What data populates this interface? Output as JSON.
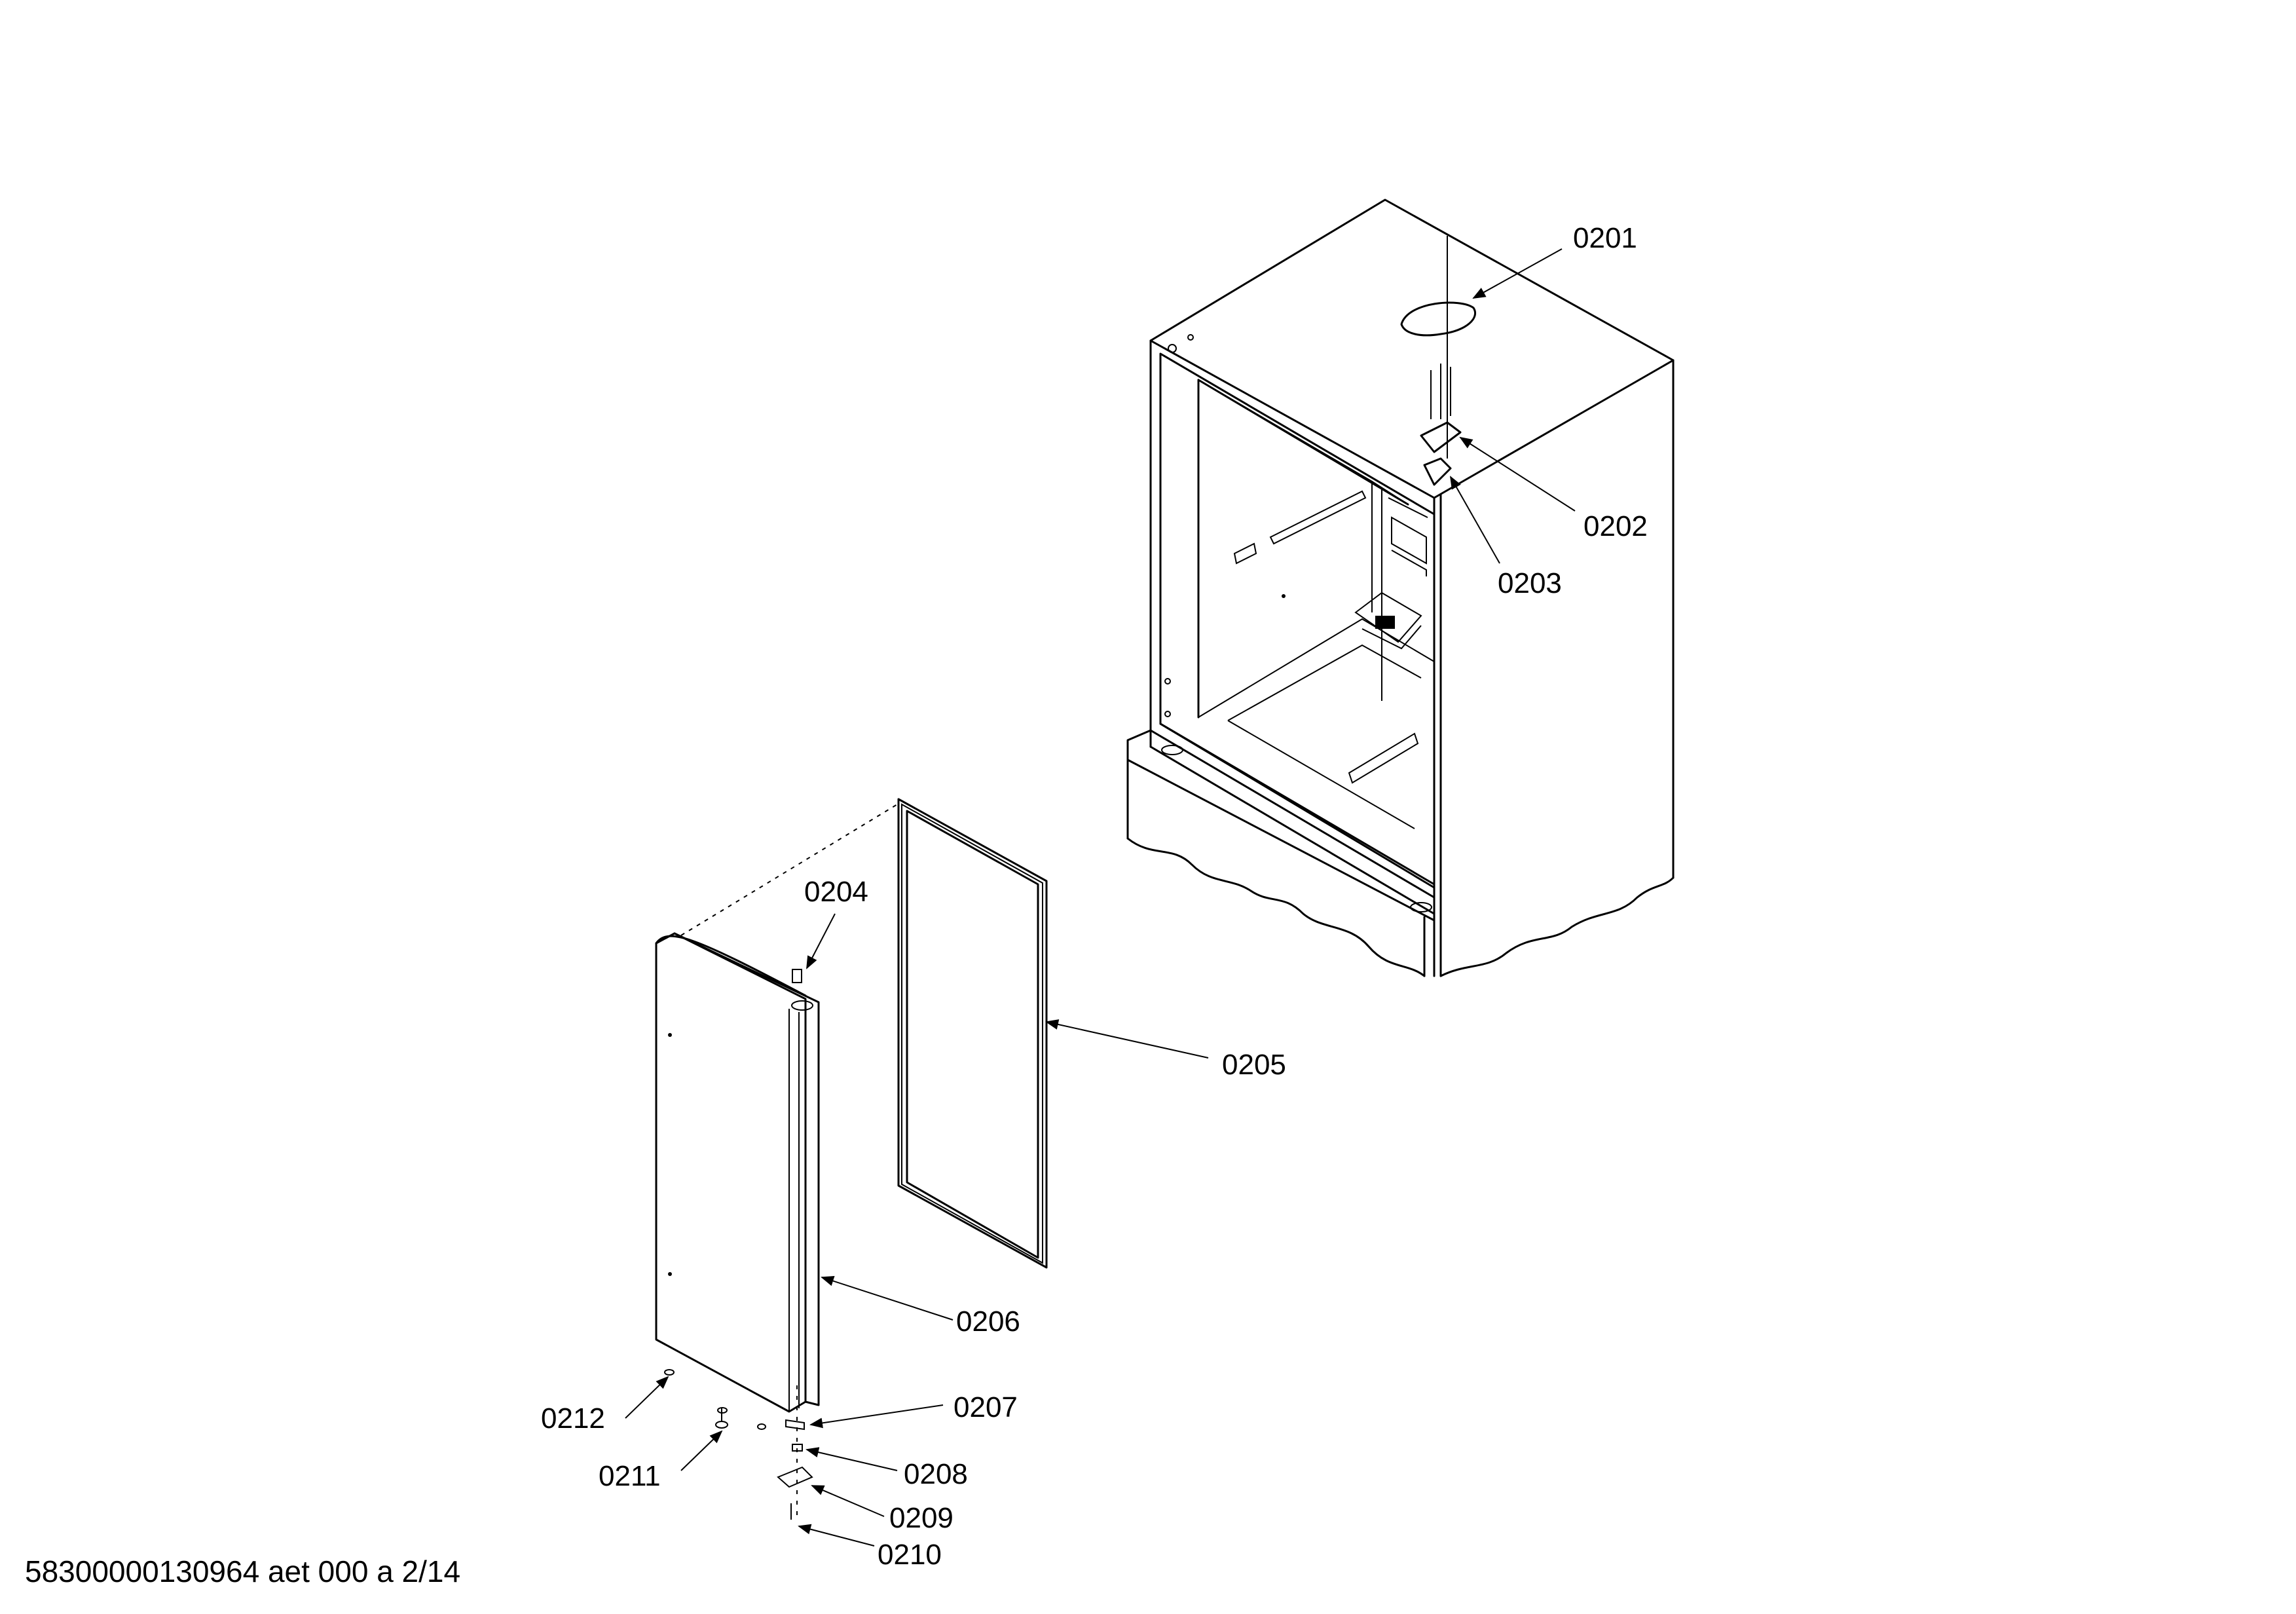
{
  "callouts": [
    {
      "id": "0201"
    },
    {
      "id": "0202"
    },
    {
      "id": "0203"
    },
    {
      "id": "0204"
    },
    {
      "id": "0205"
    },
    {
      "id": "0206"
    },
    {
      "id": "0207"
    },
    {
      "id": "0208"
    },
    {
      "id": "0209"
    },
    {
      "id": "0210"
    },
    {
      "id": "0211"
    },
    {
      "id": "0212"
    }
  ],
  "footer": {
    "text": "58300000130964 aet 000 a 2/14"
  }
}
